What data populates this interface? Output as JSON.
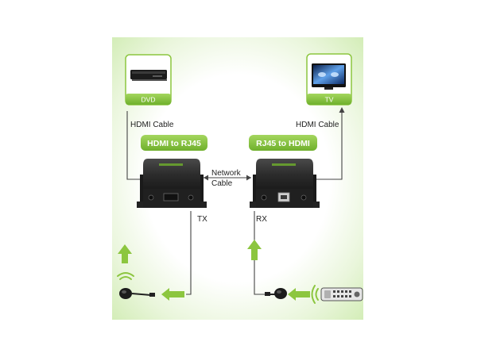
{
  "labels": {
    "dvd": "DVD",
    "tv": "TV",
    "hdmi_cable_left": "HDMI Cable",
    "hdmi_cable_right": "HDMI Cable",
    "network_cable_line1": "Network",
    "network_cable_line2": "Cable",
    "tx": "TX",
    "rx": "RX",
    "tx_badge": "HDMI to RJ45",
    "rx_badge": "RJ45 to HDMI"
  },
  "colors": {
    "accent_green": "#8cc63f",
    "dark_green": "#3a9a2a",
    "line": "#444444",
    "device_body": "#2b2b2b"
  },
  "icons": {
    "source": "dvd-player-icon",
    "display": "tv-icon",
    "ir_receiver": "ir-eye-icon",
    "remote": "remote-control-icon",
    "wireless": "wifi-signal-icon",
    "arrow": "green-arrow-icon"
  }
}
